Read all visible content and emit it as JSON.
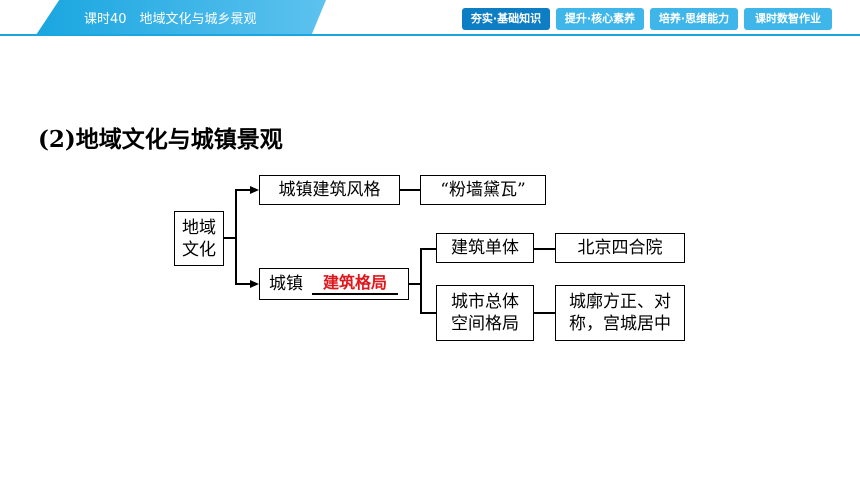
{
  "header": {
    "lesson_title": "课时40　地域文化与城乡景观",
    "nav": [
      {
        "label": "夯实·基础知识",
        "active": true
      },
      {
        "label": "提升·核心素养",
        "active": false
      },
      {
        "label": "培养·思维能力",
        "active": false
      },
      {
        "label": "课时数智作业",
        "active": false
      }
    ]
  },
  "section": {
    "title": "(2)地域文化与城镇景观"
  },
  "diagram": {
    "root": {
      "line1": "地域",
      "line2": "文化"
    },
    "branch_style": "城镇建筑风格",
    "style_example": "“粉墙黛瓦”",
    "branch_layout_prefix": "城镇",
    "branch_layout_answer": "建筑格局",
    "single_building": "建筑单体",
    "single_example": "北京四合院",
    "overall_layout": {
      "line1": "城市总体",
      "line2": "空间格局"
    },
    "overall_example": {
      "line1": "城廓方正、对",
      "line2": "称，宫城居中"
    }
  },
  "colors": {
    "brand_blue": "#1aa6e0",
    "nav_active": "#0e7ec4",
    "answer_red": "#e0161b"
  }
}
